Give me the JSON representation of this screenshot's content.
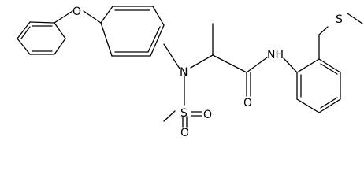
{
  "structure": {
    "atoms": {
      "O_ether": "O",
      "N_sulfonyl": "N",
      "S_sulfonyl": "S",
      "O_s1": "O",
      "O_s2": "O",
      "O_carbonyl": "O",
      "NH": "NH",
      "S_methylthio": "S"
    }
  }
}
